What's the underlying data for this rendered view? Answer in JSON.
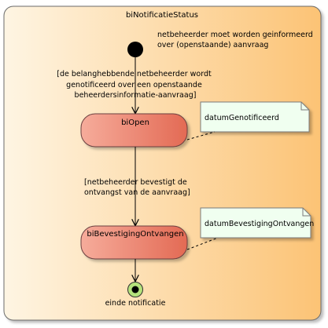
{
  "container": {
    "title": "biNotificatieStatus"
  },
  "initial_note": {
    "lines": [
      "netbeheerder moet worden geinformeerd",
      "over (openstaande) aanvraag"
    ]
  },
  "guard_1": {
    "lines": [
      "[de belanghebbende netbeheerder wordt",
      "genotificeerd over een openstaande",
      "beheerdersinformatie-aanvraag]"
    ]
  },
  "state_open": {
    "label": "biOpen"
  },
  "note_open": {
    "text": "datumGenotificeerd"
  },
  "guard_2": {
    "lines": [
      "[netbeheerder bevestigt de",
      "ontvangst van de aanvraag]"
    ]
  },
  "state_confirmed": {
    "label": "biBevestigingOntvangen"
  },
  "note_confirmed": {
    "text": "datumBevestigingOntvangen"
  },
  "final_state": {
    "label": "einde notificatie"
  },
  "colors": {
    "container_light": "#FEF4DF",
    "container_dark": "#FCC273",
    "state_light": "#F5A897",
    "state_dark": "#E46B55",
    "note_fill": "#F0FFF0",
    "final_fill": "#B5E27C"
  }
}
